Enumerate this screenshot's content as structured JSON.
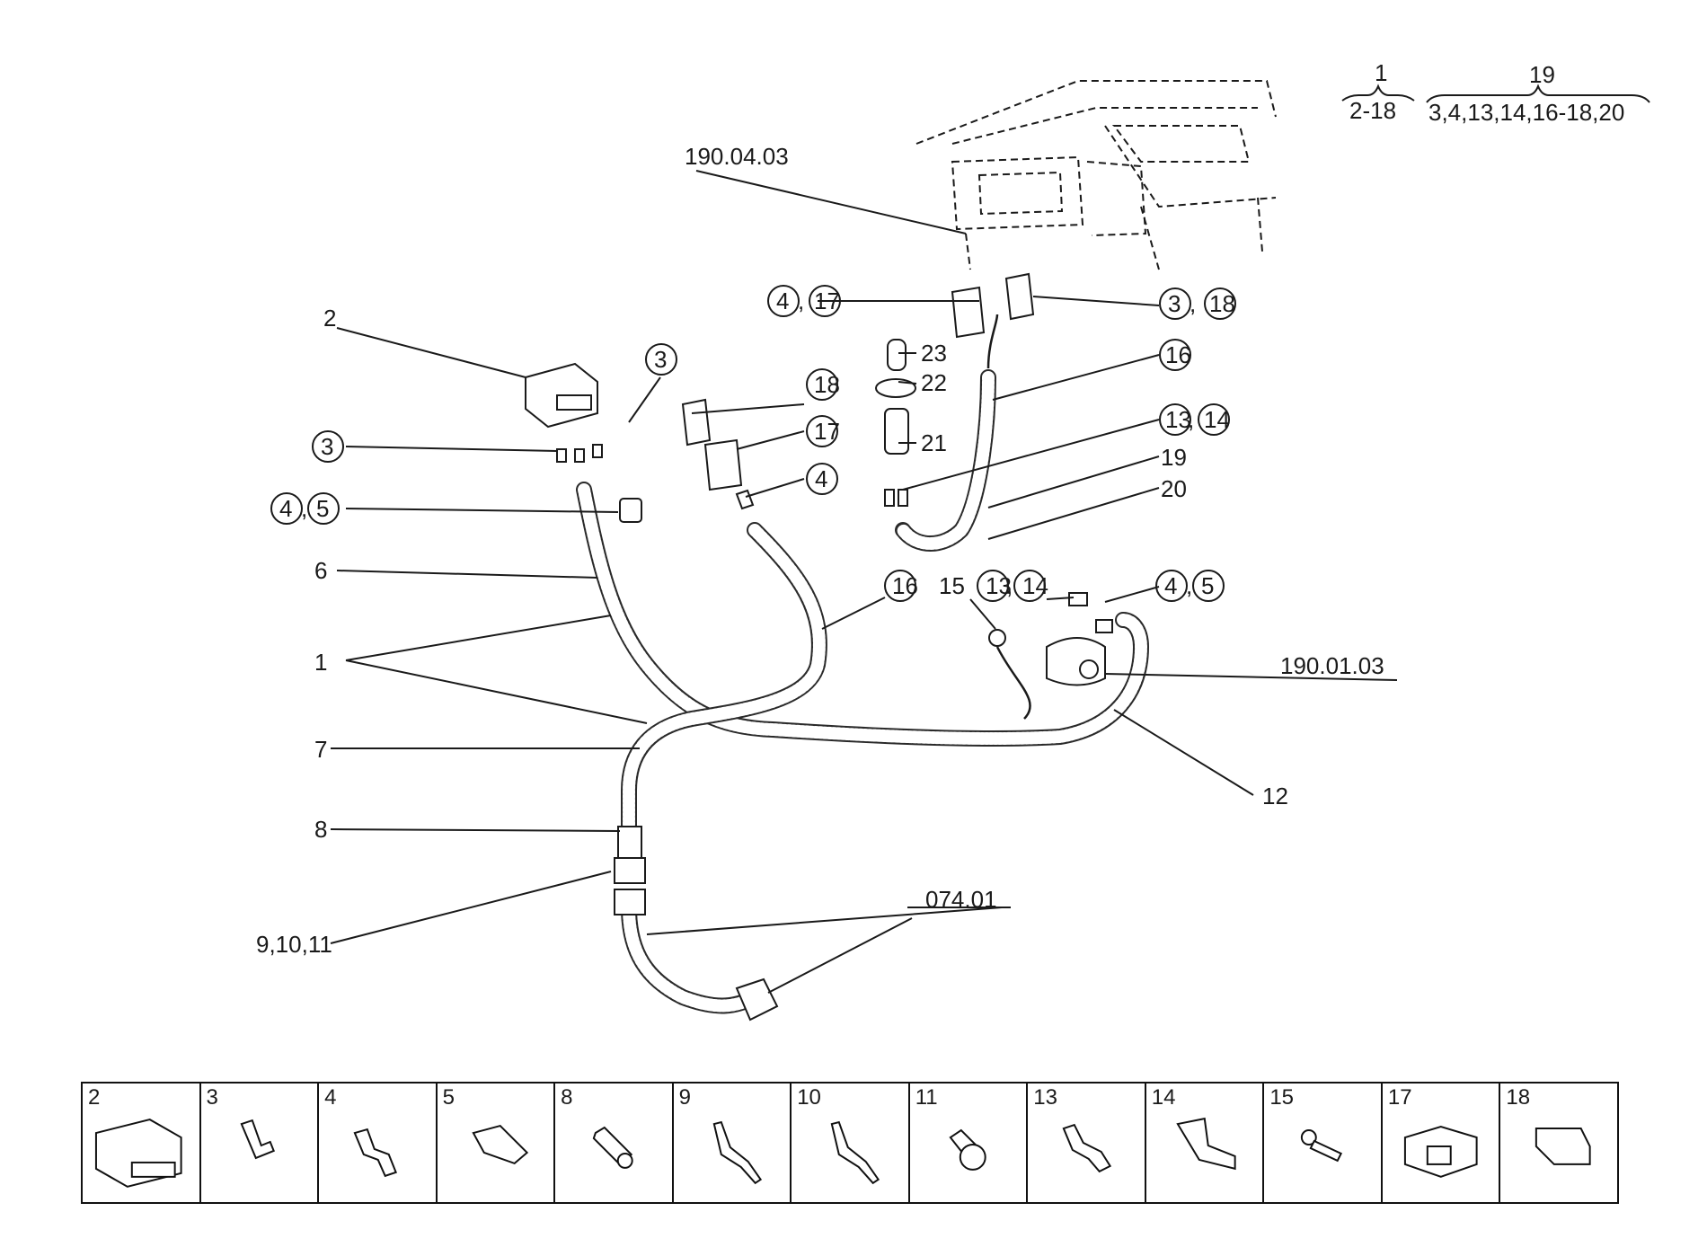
{
  "header": {
    "group_a_top": "1",
    "group_a_bottom": "2-18",
    "group_b_top": "19",
    "group_b_bottom": "3,4,13,14,16-18,20"
  },
  "references": {
    "ref_190_04_03": "190.04.03",
    "ref_190_01_03": "190.01.03",
    "ref_074_01": "074.01"
  },
  "callouts": {
    "c1": "1",
    "c2": "2",
    "c3a": "3",
    "c3b": "3",
    "c45a": "4",
    "c45b": "5",
    "c6": "6",
    "c7": "7",
    "c8": "8",
    "c9_10_11": "9,10,11",
    "c12": "12",
    "c15": "15",
    "c1314a": "13",
    "c1314b": "14",
    "c16a": "16",
    "c16b": "16",
    "c45c": "4",
    "c45d": "5",
    "c17": "17",
    "c18": "18",
    "c4": "4",
    "c417a": "4",
    "c417b": "17",
    "c318a": "3",
    "c318b": "18",
    "c1314c": "13",
    "c1314d": "14",
    "c19": "19",
    "c20": "20",
    "c21": "21",
    "c22": "22",
    "c23": "23",
    "comma": ","
  },
  "legend": [
    "2",
    "3",
    "4",
    "5",
    "8",
    "9",
    "10",
    "11",
    "13",
    "14",
    "15",
    "17",
    "18"
  ]
}
